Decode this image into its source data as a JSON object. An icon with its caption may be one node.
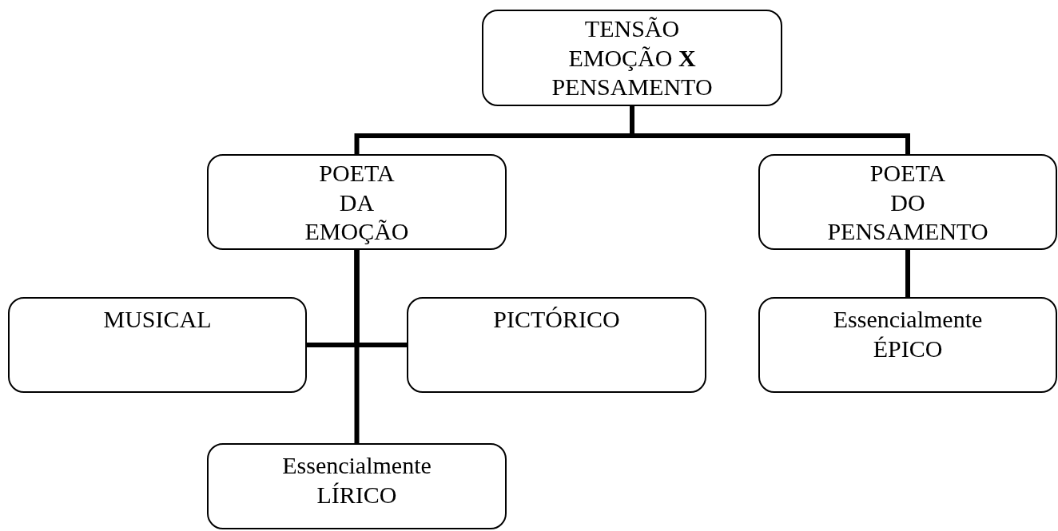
{
  "diagram": {
    "nodes": [
      {
        "text": [
          "TENSÃO EMOÇÃO **X** PENSAMENTO"
        ]
      },
      {
        "text": [
          "POETA DA EMOÇÃO"
        ]
      },
      {
        "text": [
          "POETA DO PENSAMENTO"
        ]
      },
      {
        "text": [
          "MUSICAL"
        ]
      },
      {
        "text": [
          "PICTÓRICO"
        ]
      },
      {
        "text": [
          "Essencialmente ÉPICO"
        ]
      },
      {
        "text": [
          "Essencialmente LÍRICO"
        ]
      }
    ],
    "edges": [
      {
        "from": 0,
        "to": 1,
        "arrow": "none"
      },
      {
        "from": 0,
        "to": 2,
        "arrow": "none"
      },
      {
        "from": 1,
        "to": 3,
        "arrow": "none"
      },
      {
        "from": 1,
        "to": 4,
        "arrow": "none"
      },
      {
        "from": 1,
        "to": 6,
        "arrow": "none"
      },
      {
        "from": 2,
        "to": 5,
        "arrow": "none"
      }
    ]
  }
}
